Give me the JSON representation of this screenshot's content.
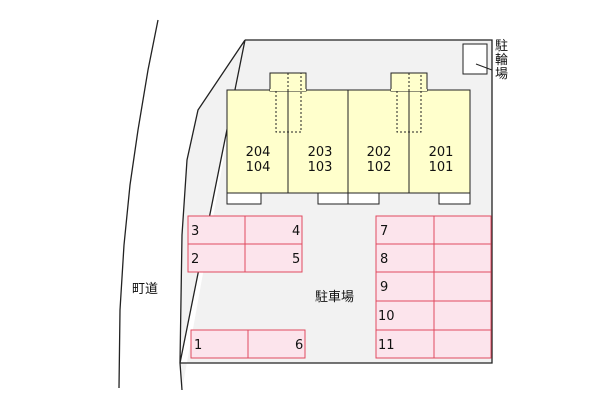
{
  "map": {
    "road_label": "町道",
    "parking_label": "駐車場",
    "bicycle_parking_label": [
      "駐",
      "輪",
      "場"
    ],
    "units": [
      {
        "upper": "204",
        "lower": "104"
      },
      {
        "upper": "203",
        "lower": "103"
      },
      {
        "upper": "202",
        "lower": "102"
      },
      {
        "upper": "201",
        "lower": "101"
      }
    ],
    "parking_numbers": {
      "left_a_row1": [
        "3",
        "4"
      ],
      "left_a_row2": [
        "2",
        "5"
      ],
      "left_b_row1": [
        "1",
        "6"
      ],
      "right": [
        "7",
        "8",
        "9",
        "10",
        "11"
      ]
    },
    "colors": {
      "building_fill": "#ffffcc",
      "lot_fill": "#f2f2f2",
      "parking_fill": "#fce4ec",
      "parking_stroke": "#e04a5f",
      "line": "#222222"
    }
  }
}
